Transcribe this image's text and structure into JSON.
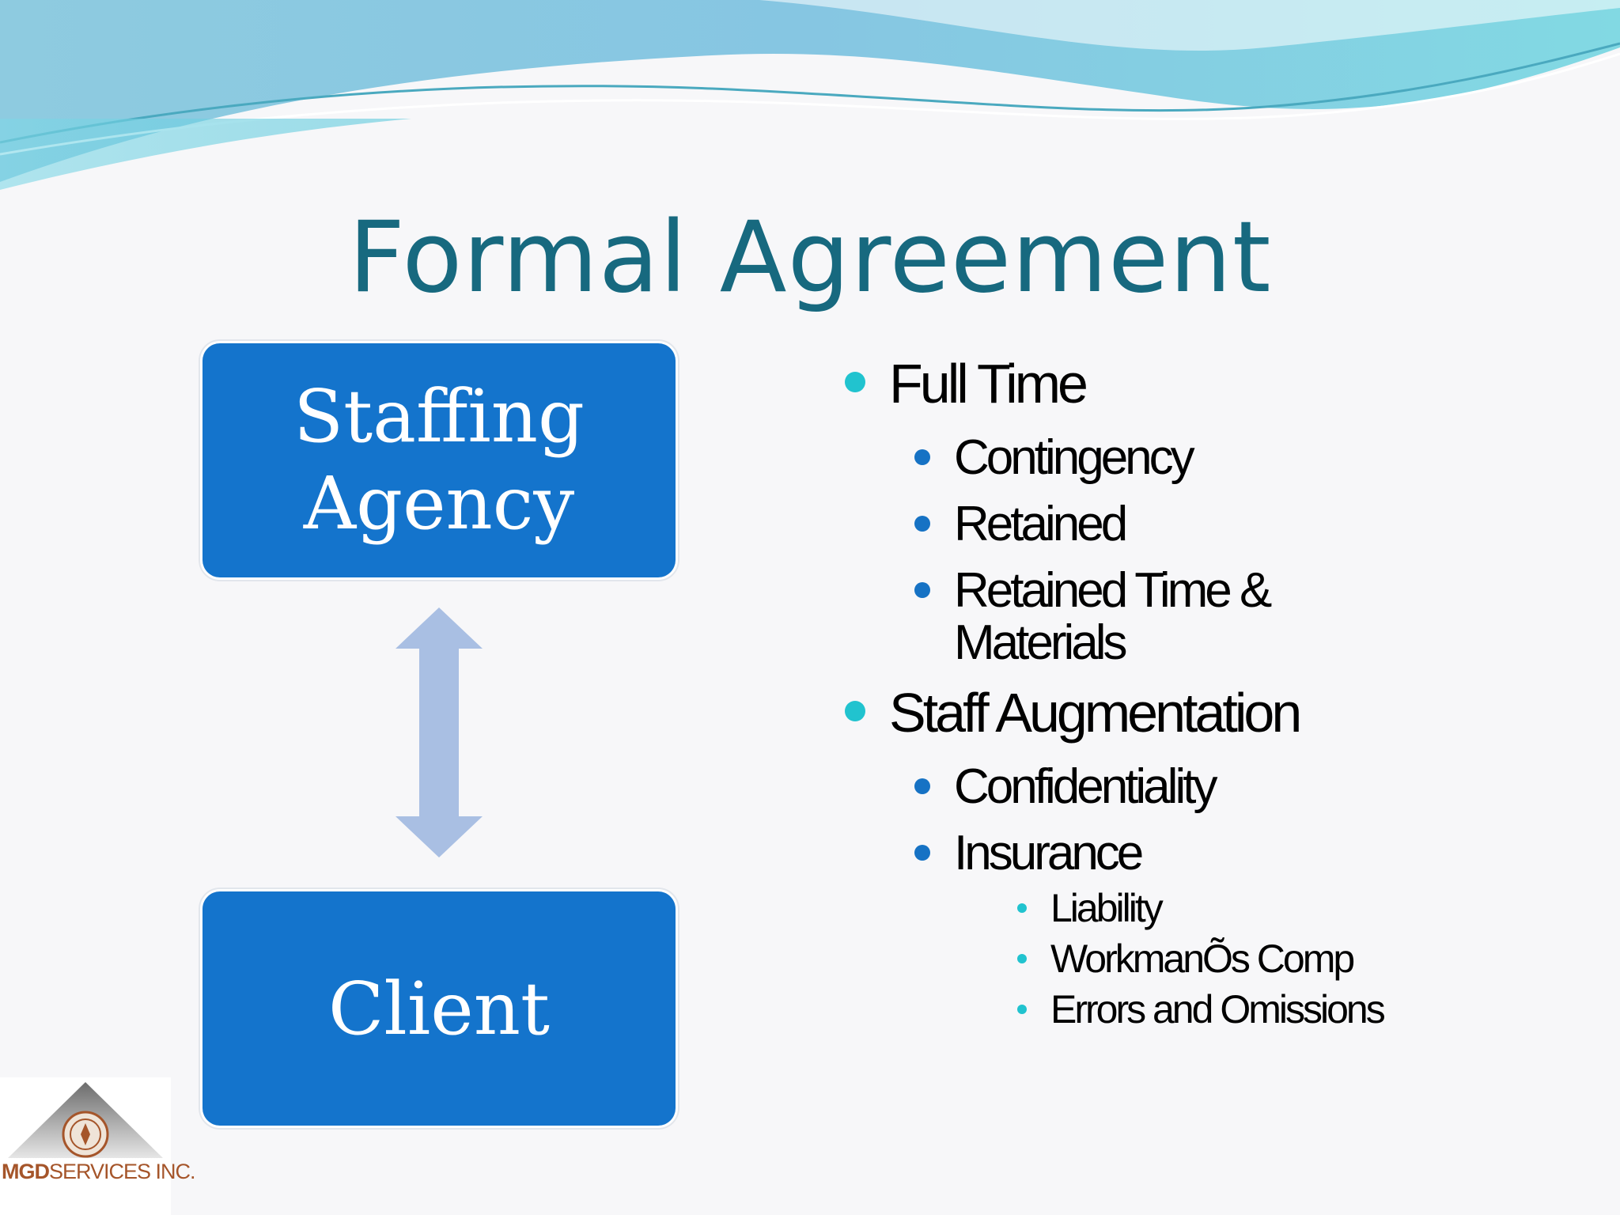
{
  "slide": {
    "title": "Formal Agreement",
    "colors": {
      "title": "#17697f",
      "box": "#1474cc",
      "arrow": "#a9bfe3",
      "bullet_level1": "#21c3cf",
      "bullet_level2": "#1672c4",
      "logo_text": "#a5552a"
    }
  },
  "diagram": {
    "top_box": {
      "line1": "Staffing",
      "line2": "Agency"
    },
    "bottom_box": {
      "label": "Client"
    },
    "connector_icon": "double-headed-vertical-arrow"
  },
  "bullets": {
    "full_time": {
      "label": "Full Time",
      "items": [
        "Contingency",
        "Retained",
        "Retained Time &",
        "Materials"
      ]
    },
    "staff_aug": {
      "label": "Staff Augmentation",
      "items": [
        "Confidentiality",
        "Insurance"
      ],
      "insurance_items": [
        "Liability",
        "WorkmanÕs Comp",
        "Errors and Omissions"
      ]
    }
  },
  "logo": {
    "bold": "MGD",
    "rest": "SERVICES INC.",
    "icon": "seal-emblem-icon"
  }
}
